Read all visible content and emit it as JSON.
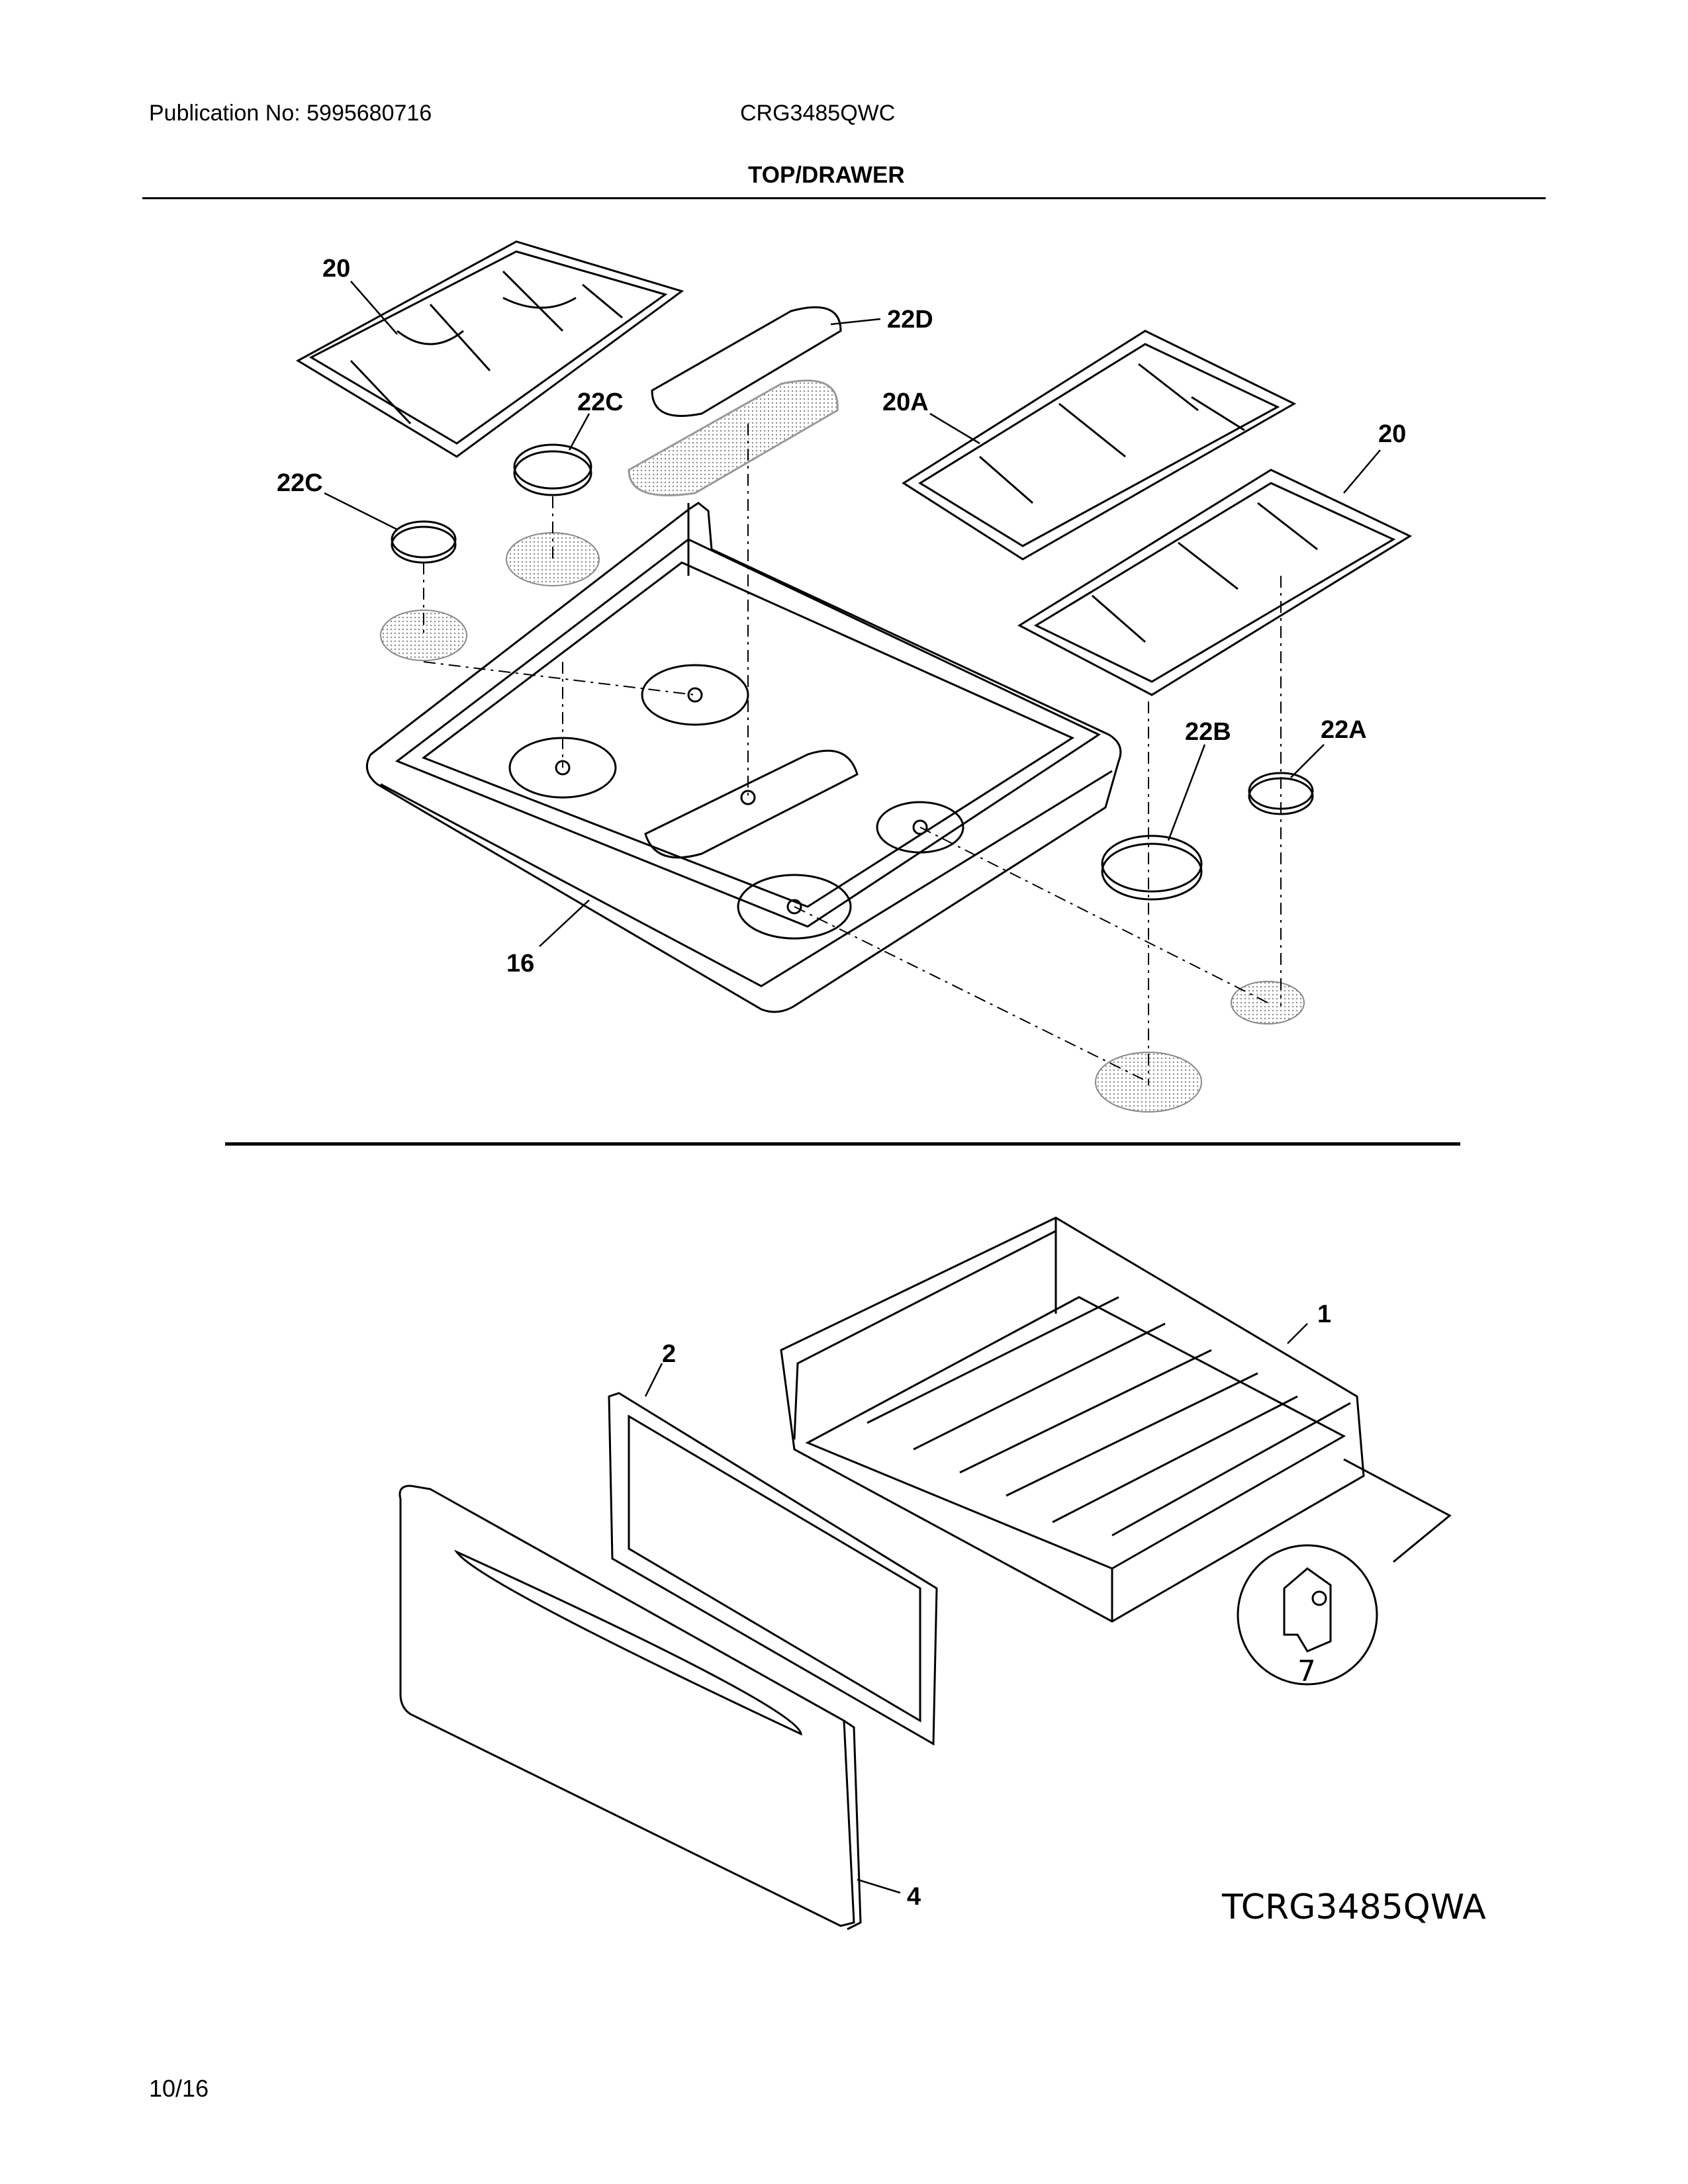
{
  "header": {
    "publication": "Publication No: 5995680716",
    "model": "CRG3485QWC",
    "section_title": "TOP/DRAWER"
  },
  "callouts": {
    "grate_left": "20",
    "grate_right": "20",
    "grate_middle": "20A",
    "cap_22d": "22D",
    "cap_22c_upper": "22C",
    "cap_22c_lower": "22C",
    "cap_22b": "22B",
    "cap_22a": "22A",
    "cooktop": "16",
    "drawer_body": "1",
    "drawer_panel": "2",
    "drawer_front": "4",
    "glide_detail": "7"
  },
  "diagram_id": "TCRG3485QWA",
  "footer": {
    "page": "10/16"
  }
}
